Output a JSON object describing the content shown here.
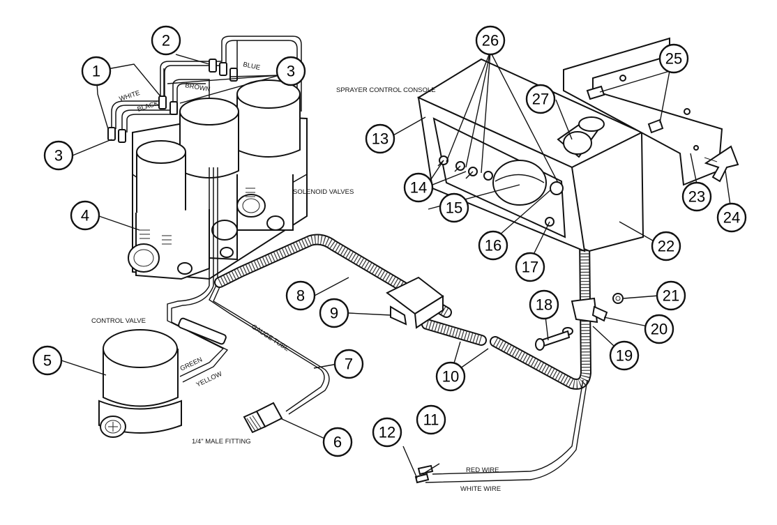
{
  "labels": {
    "white": "WHITE",
    "black": "BLACK",
    "brown": "BROWN",
    "blue": "BLUE",
    "solenoid_valves": "SOLENOID VALVES",
    "control_valve": "CONTROL VALVE",
    "gauge_tube": "GAUGE TUBE",
    "green": "GREEN",
    "yellow": "YELLOW",
    "male_fitting": "1/4\" MALE FITTING",
    "sprayer_control_console": "SPRAYER CONTROL CONSOLE",
    "red_wire": "RED WIRE",
    "white_wire": "WHITE WIRE"
  },
  "callouts": {
    "c1": "1",
    "c2": "2",
    "c3a": "3",
    "c3b": "3",
    "c4": "4",
    "c5": "5",
    "c6": "6",
    "c7": "7",
    "c8": "8",
    "c9": "9",
    "c10": "10",
    "c11": "11",
    "c12": "12",
    "c13": "13",
    "c14": "14",
    "c15": "15",
    "c16": "16",
    "c17": "17",
    "c18": "18",
    "c19": "19",
    "c20": "20",
    "c21": "21",
    "c22": "22",
    "c23": "23",
    "c24": "24",
    "c25": "25",
    "c26": "26",
    "c27": "27"
  }
}
